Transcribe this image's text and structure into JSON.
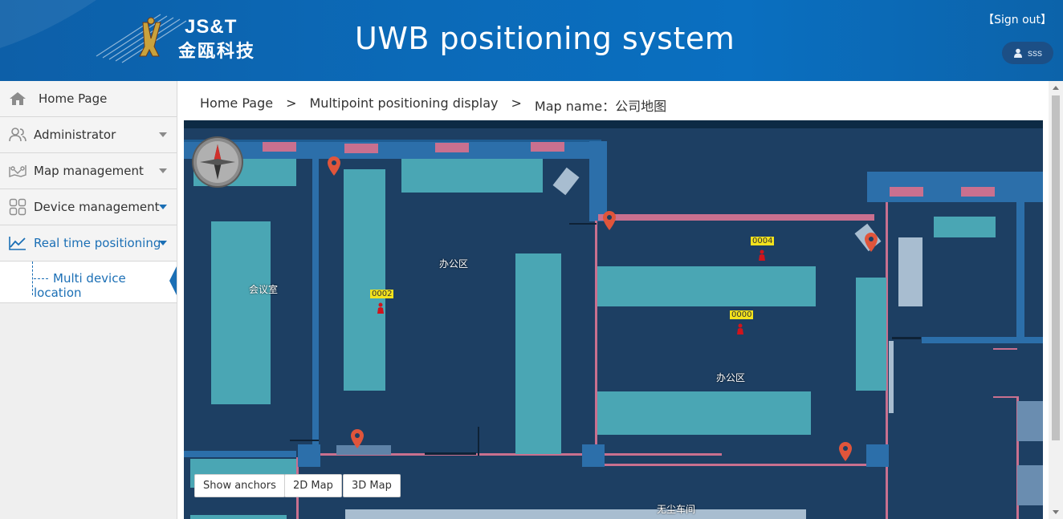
{
  "header": {
    "logo_en": "JS&T",
    "logo_cn": "金瓯科技",
    "title": "UWB positioning system",
    "signout": "【Sign out】",
    "username": "sss"
  },
  "sidebar": {
    "items": [
      {
        "label": "Home Page",
        "icon": "home-icon"
      },
      {
        "label": "Administrator",
        "icon": "users-icon"
      },
      {
        "label": "Map management",
        "icon": "map-icon"
      },
      {
        "label": "Device management",
        "icon": "grid-icon"
      },
      {
        "label": "Real time positioning",
        "icon": "chart-line-icon"
      }
    ],
    "sub_items": [
      {
        "label": "Multi device location"
      }
    ]
  },
  "breadcrumb": {
    "home": "Home Page",
    "section": "Multipoint positioning display",
    "map": "Map name：公司地图",
    "separator": ">"
  },
  "map": {
    "rooms": [
      "会议室",
      "办公区",
      "办公区",
      "无尘车间"
    ],
    "tags": [
      "0002",
      "0004",
      "0000"
    ],
    "buttons": {
      "show_anchors": "Show anchors",
      "map_2d": "2D Map",
      "map_3d": "3D Map"
    }
  },
  "colors": {
    "header": "#0b6ab8",
    "accent": "#1b6fb5",
    "map_bg": "#1d3f63",
    "desk": "#4aa6b4",
    "wall": "#2c6faa",
    "pink": "#c9708f",
    "anchor": "#e0553b",
    "tag": "#d0141c"
  }
}
